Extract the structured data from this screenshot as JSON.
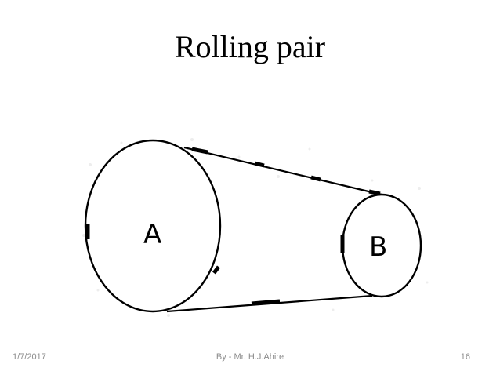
{
  "slide": {
    "title": "Rolling pair",
    "diagram": {
      "pulley_a_label": "A",
      "pulley_b_label": "B"
    },
    "footer": {
      "date": "1/7/2017",
      "author": "By - Mr. H.J.Ahire",
      "page_number": "16"
    }
  }
}
